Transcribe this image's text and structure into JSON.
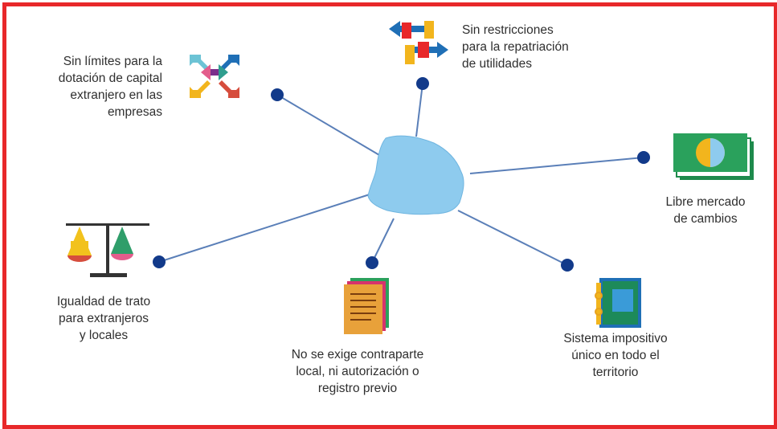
{
  "center": {
    "name": "uruguay-map"
  },
  "items": [
    {
      "id": "capital",
      "label": "Sin límites para la\ndotación de capital\nextranjero en las\nempresas",
      "icon": "converging-arrows-icon"
    },
    {
      "id": "repatriation",
      "label": "Sin restricciones\npara la repatriación\nde utilidades",
      "icon": "exchange-arrows-icon"
    },
    {
      "id": "exchange",
      "label": "Libre mercado\nde cambios",
      "icon": "banknotes-icon"
    },
    {
      "id": "tax",
      "label": "Sistema impositivo\núnico en todo el\nterritorio",
      "icon": "notebook-icon"
    },
    {
      "id": "counterpart",
      "label": "No se exige contraparte\nlocal, ni autorización o\nregistro previo",
      "icon": "documents-icon"
    },
    {
      "id": "equality",
      "label": "Igualdad de trato\npara extranjeros\ny locales",
      "icon": "scales-icon"
    }
  ],
  "colors": {
    "frame": "#e8282a",
    "node": "#123a8a",
    "line": "#5a7fb8",
    "map": "#8ecbee"
  }
}
